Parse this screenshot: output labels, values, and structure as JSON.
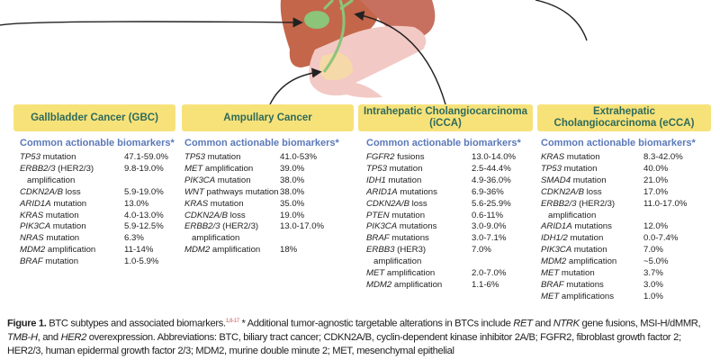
{
  "columns": [
    {
      "title": "Gallbladder Cancer (GBC)",
      "subtitle": "Common actionable biomarkers*",
      "rows": [
        {
          "gene": "TP53",
          "rest": " mutation",
          "value": "47.1-59.0%"
        },
        {
          "gene": "ERBB2/3",
          "rest": " (HER2/3) amplification",
          "value": "9.8-19.0%"
        },
        {
          "gene": "CDKN2A/B",
          "rest": " loss",
          "value": "5.9-19.0%"
        },
        {
          "gene": "ARID1A",
          "rest": " mutation",
          "value": "13.0%"
        },
        {
          "gene": "KRAS",
          "rest": " mutation",
          "value": "4.0-13.0%"
        },
        {
          "gene": "PIK3CA",
          "rest": " mutation",
          "value": "5.9-12.5%"
        },
        {
          "gene": "NRAS",
          "rest": " mutation",
          "value": "6.3%"
        },
        {
          "gene": "MDM2",
          "rest": " amplification",
          "value": "11-14%"
        },
        {
          "gene": "BRAF",
          "rest": " mutation",
          "value": "1.0-5.9%"
        }
      ]
    },
    {
      "title": "Ampullary Cancer",
      "subtitle": "Common actionable biomarkers*",
      "rows": [
        {
          "gene": "TP53",
          "rest": " mutation",
          "value": "41.0-53%"
        },
        {
          "gene": "MET",
          "rest": " amplification",
          "value": "39.0%"
        },
        {
          "gene": "PIK3CA",
          "rest": " mutation",
          "value": "38.0%"
        },
        {
          "gene": "WNT",
          "rest": " pathways mutation",
          "value": "38.0%"
        },
        {
          "gene": "KRAS",
          "rest": " mutation",
          "value": "35.0%"
        },
        {
          "gene": "CDKN2A/B",
          "rest": " loss",
          "value": "19.0%"
        },
        {
          "gene": "ERBB2/3",
          "rest": " (HER2/3) amplification",
          "value": "13.0-17.0%"
        },
        {
          "gene": "MDM2",
          "rest": " amplification",
          "value": "18%"
        }
      ]
    },
    {
      "title": "Intrahepatic Cholangiocarcinoma (iCCA)",
      "subtitle": "Common actionable biomarkers*",
      "rows": [
        {
          "gene": "FGFR2",
          "rest": " fusions",
          "value": "13.0-14.0%"
        },
        {
          "gene": "TP53",
          "rest": " mutation",
          "value": "2.5-44.4%"
        },
        {
          "gene": "IDH1",
          "rest": " mutation",
          "value": "4.9-36.0%"
        },
        {
          "gene": "ARID1A",
          "rest": " mutations",
          "value": "6.9-36%"
        },
        {
          "gene": "CDKN2A/B",
          "rest": " loss",
          "value": "5.6-25.9%"
        },
        {
          "gene": "PTEN",
          "rest": " mutation",
          "value": "0.6-11%"
        },
        {
          "gene": "PIK3CA",
          "rest": " mutations",
          "value": "3.0-9.0%"
        },
        {
          "gene": "BRAF",
          "rest": " mutations",
          "value": "3.0-7.1%"
        },
        {
          "gene": "ERBB3",
          "rest": " (HER3) amplification",
          "value": "7.0%"
        },
        {
          "gene": "MET",
          "rest": " amplification",
          "value": "2.0-7.0%"
        },
        {
          "gene": "MDM2",
          "rest": " amplification",
          "value": "1.1-6%"
        }
      ]
    },
    {
      "title": "Extrahepatic Cholangiocarcinoma (eCCA)",
      "subtitle": "Common actionable biomarkers*",
      "rows": [
        {
          "gene": "KRAS",
          "rest": " mutation",
          "value": "8.3-42.0%"
        },
        {
          "gene": "TP53",
          "rest": " mutation",
          "value": "40.0%"
        },
        {
          "gene": "SMAD4",
          "rest": " mutation",
          "value": "21.0%"
        },
        {
          "gene": "CDKN2A/B",
          "rest": " loss",
          "value": "17.0%"
        },
        {
          "gene": "ERBB2/3",
          "rest": " (HER2/3) amplification",
          "value": "11.0-17.0%"
        },
        {
          "gene": "ARID1A",
          "rest": " mutations",
          "value": "12.0%"
        },
        {
          "gene": "IDH1/2",
          "rest": " mutation",
          "value": "0.0-7.4%"
        },
        {
          "gene": "PIK3CA",
          "rest": " mutation",
          "value": "7.0%"
        },
        {
          "gene": "MDM2",
          "rest": " amplification",
          "value": "~5.0%"
        },
        {
          "gene": "MET",
          "rest": " mutation",
          "value": "3.7%"
        },
        {
          "gene": "BRAF",
          "rest": " mutations",
          "value": "3.0%"
        },
        {
          "gene": "MET",
          "rest": " amplifications",
          "value": "1.0%"
        }
      ]
    }
  ],
  "caption": {
    "label": "Figure 1.",
    "lead": " BTC subtypes and associated biomarkers.",
    "refs": "1,8-17",
    "t1": " * Additional tumor-agnostic targetable alterations in BTCs include ",
    "i1": "RET",
    "t2": " and ",
    "i2": "NTRK",
    "t3": " gene fusions, MSI-H/dMMR, ",
    "i3": "TMB-H",
    "t4": ", and ",
    "i4": "HER2",
    "t5": " overexpression. Abbreviations: BTC, biliary tract cancer; CDKN2A/B, cyclin-dependent kinase inhibitor 2A/B; FGFR2, fibroblast growth factor 2; HER2/3, human epidermal growth factor 2/3; MDM2, murine double minute 2; MET, mesenchymal epithelial"
  },
  "colors": {
    "header_bg": "#f7e27a",
    "header_text": "#2f6a5a",
    "subtitle": "#5b79b8",
    "liver": "#c4664a",
    "bile": "#8cc47a",
    "pancreas": "#f2c9c4"
  }
}
